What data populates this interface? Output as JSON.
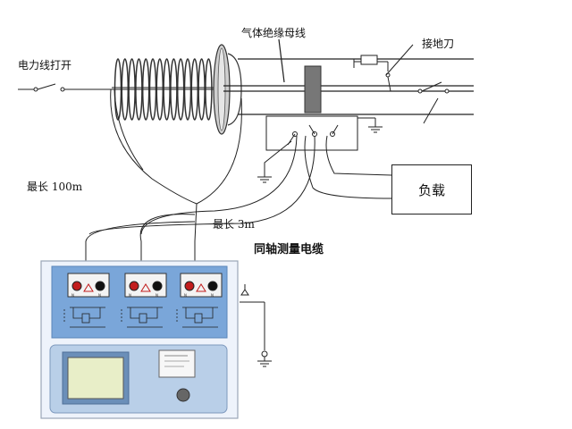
{
  "labels": {
    "gas_insulated_bus": "气体绝缘母线",
    "earthing_switch": "接地刀",
    "power_line_open": "电力线打开",
    "max_length_long": "最长 100m",
    "max_length_short": "最长 3m",
    "coaxial_cable": "同轴测量电缆",
    "load": "负载"
  },
  "instrument": {
    "channels": [
      {
        "terminal_labels": [
          "N",
          "N"
        ]
      },
      {
        "terminal_labels": [
          "N",
          "N"
        ]
      },
      {
        "terminal_labels": [
          "N",
          "N"
        ]
      }
    ],
    "panel_color": "#7aa6d9",
    "screen_color": "#e8eec8"
  }
}
